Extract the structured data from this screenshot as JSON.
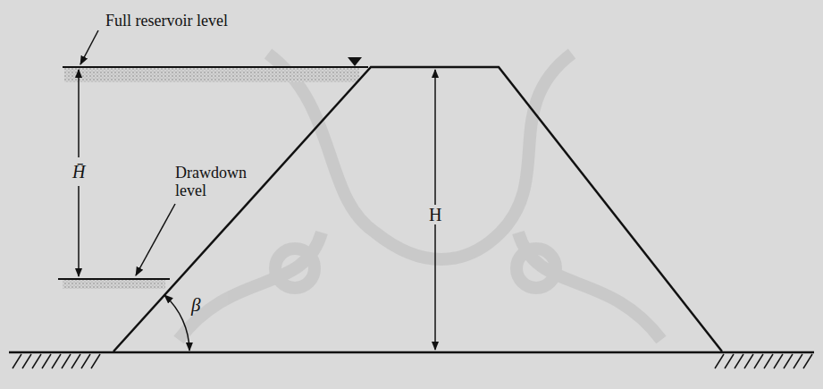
{
  "diagram": {
    "labels": [
      "Full reservoir level",
      "H̄",
      "Drawdown level",
      "H",
      "β"
    ]
  }
}
